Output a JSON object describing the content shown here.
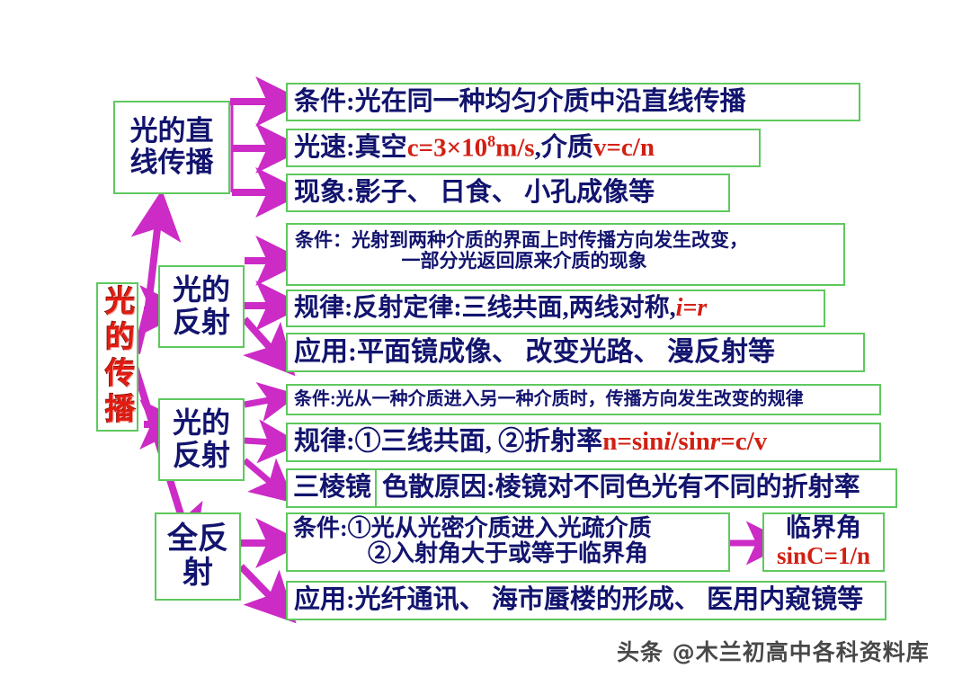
{
  "page": {
    "title": "光的传播 思维导图",
    "background": "#ffffff",
    "colors": {
      "border_green": "#5ec95e",
      "text_navy": "#12146e",
      "accent_red": "#d21f12",
      "root_red": "#e11b11",
      "arrow_magenta": "#cc2bc6"
    }
  },
  "root": {
    "label": "光的传播"
  },
  "branches": [
    {
      "id": "rectilinear",
      "label": "光的直线传播",
      "rows": [
        {
          "id": "r1",
          "prefix": "条件:",
          "text": "光在同一种均匀介质中沿直线传播"
        },
        {
          "id": "r2",
          "prefix": "光速:",
          "text": "真空",
          "formula_a": "c=3×10",
          "exp": "8",
          "formula_b": "m/s",
          "mid": ",介质",
          "formula_c": "v=c/n"
        },
        {
          "id": "r3",
          "prefix": "现象:",
          "text": "影子、 日食、 小孔成像等"
        }
      ]
    },
    {
      "id": "reflection",
      "label": "光的反射",
      "rows": [
        {
          "id": "f1",
          "prefix": "条件：",
          "text": "光射到两种介质的界面上时传播方向发生改变，",
          "line2": "一部分光返回原来介质的现象"
        },
        {
          "id": "f2",
          "prefix": "规律:",
          "text": "反射定律:三线共面,两线对称,",
          "formula": "i=r"
        },
        {
          "id": "f3",
          "prefix": "应用:",
          "text": "平面镜成像、 改变光路、 漫反射等"
        }
      ]
    },
    {
      "id": "refraction",
      "label": "光的反射",
      "rows": [
        {
          "id": "g1",
          "prefix": "条件:",
          "text": "光从一种介质进入另一种介质时，传播方向发生改变的规律"
        },
        {
          "id": "g2",
          "prefix": "规律:",
          "text": "①三线共面, ②折射率",
          "formula_a": "n=sin",
          "formula_i": "i",
          "formula_b": "/sin",
          "formula_r": "r",
          "formula_c": "=c/v"
        },
        {
          "id": "g3",
          "chip": "三棱镜",
          "text": "色散原因:棱镜对不同色光有不同的折射率"
        }
      ]
    },
    {
      "id": "total-reflection",
      "label": "全反射",
      "rows": [
        {
          "id": "h1",
          "prefix": "条件:",
          "text": "①光从光密介质进入光疏介质",
          "line2": "②入射角大于或等于临界角"
        },
        {
          "id": "h2",
          "prefix": "应用:",
          "text": "光纤通讯、 海市蜃楼的形成、 医用内窥镜等"
        }
      ],
      "callout": {
        "title": "临界角",
        "formula": "sinC=1/n"
      }
    }
  ],
  "watermark": {
    "text": "头条 @木兰初高中各科资料库"
  }
}
